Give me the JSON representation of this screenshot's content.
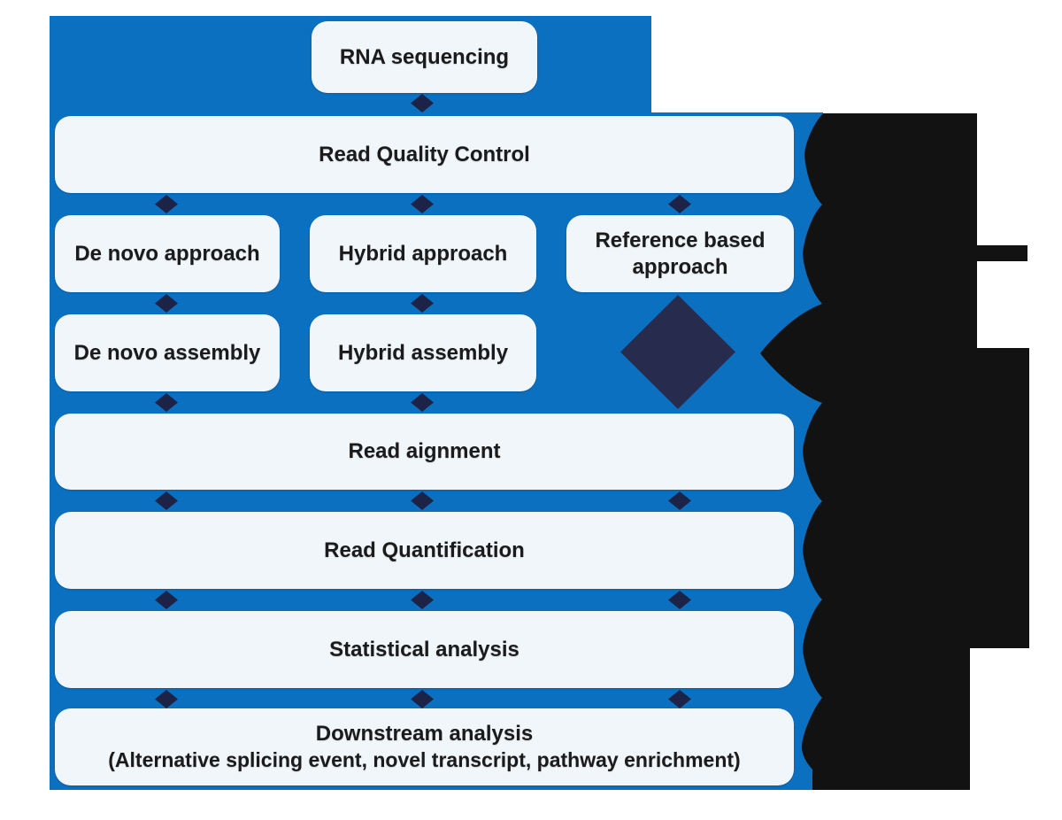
{
  "colors": {
    "panel_blue": "#0c70c0",
    "node_fill": "#f1f6fa",
    "node_text": "#1b1b1b",
    "connector_navy": "#1d2347",
    "diamond_navy": "#272c4e",
    "silhouette_black": "#121212"
  },
  "nodes": {
    "rna_sequencing": {
      "label": "RNA sequencing"
    },
    "read_quality_control": {
      "label": "Read Quality Control"
    },
    "de_novo_approach": {
      "label": "De novo approach"
    },
    "hybrid_approach": {
      "label": "Hybrid approach"
    },
    "reference_based_approach": {
      "label": "Reference based approach"
    },
    "de_novo_assembly": {
      "label": "De novo assembly"
    },
    "hybrid_assembly": {
      "label": "Hybrid assembly"
    },
    "read_alignment": {
      "label": "Read aignment"
    },
    "read_quantification": {
      "label": "Read Quantification"
    },
    "statistical_analysis": {
      "label": "Statistical analysis"
    },
    "downstream_analysis": {
      "label_line1": "Downstream analysis",
      "label_line2": "(Alternative splicing event, novel transcript, pathway enrichment)"
    }
  }
}
